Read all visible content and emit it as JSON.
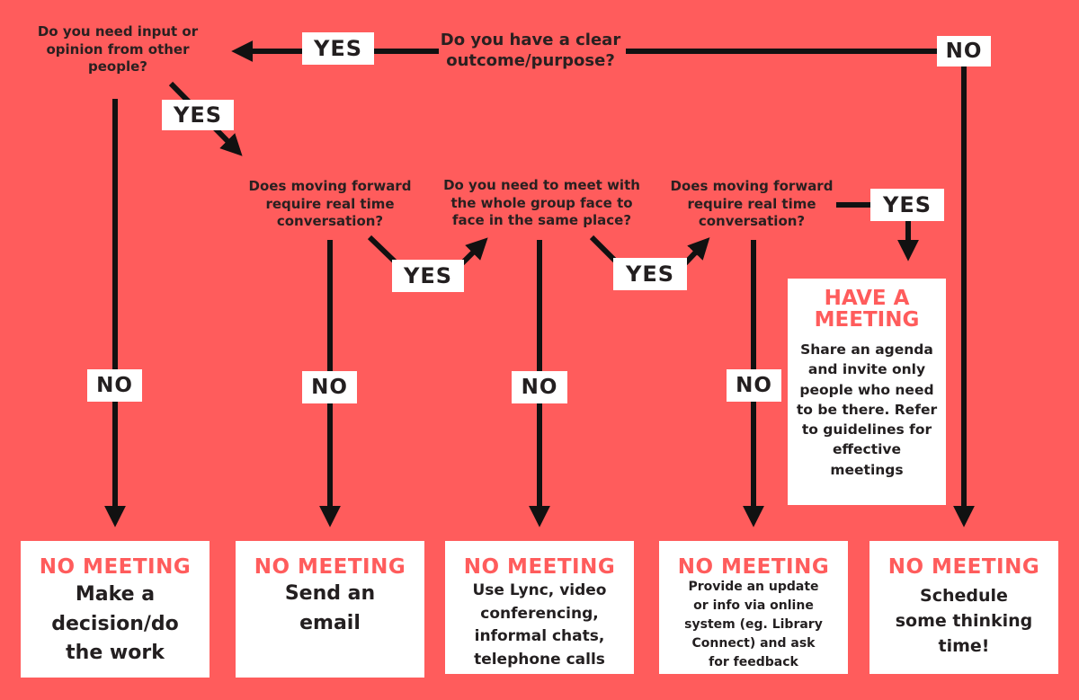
{
  "colors": {
    "background": "#ff5c5c",
    "arrow": "#111111",
    "heading": "#ff5c5c",
    "text": "#231f20",
    "box": "#ffffff"
  },
  "questions": {
    "q1": [
      "Do you have a clear",
      "outcome/purpose?"
    ],
    "q2": [
      "Do you need input or",
      "opinion from other",
      "people?"
    ],
    "q3": [
      "Does moving forward",
      "require real time",
      "conversation?"
    ],
    "q4": [
      "Do you need to meet with",
      "the whole group face to",
      "face in the same place?"
    ],
    "q5": [
      "Does moving forward",
      "require real time",
      "conversation?"
    ]
  },
  "labels": {
    "yes": "YES",
    "no": "NO"
  },
  "have_meeting": {
    "heading": [
      "HAVE A",
      "MEETING"
    ],
    "body": [
      "Share an agenda",
      "and invite only",
      "people who need",
      "to be there. Refer",
      "to guidelines for",
      "effective",
      "meetings"
    ]
  },
  "outcomes": [
    {
      "heading": "NO MEETING",
      "lines": [
        "Make a",
        "decision/do",
        "the work"
      ]
    },
    {
      "heading": "NO MEETING",
      "lines": [
        "Send an",
        "email"
      ]
    },
    {
      "heading": "NO MEETING",
      "lines": [
        "Use Lync, video",
        "conferencing,",
        "informal chats,",
        "telephone calls"
      ]
    },
    {
      "heading": "NO MEETING",
      "lines": [
        "Provide an update",
        "or info via online",
        "system (eg. Library",
        "Connect) and ask",
        "for feedback"
      ]
    },
    {
      "heading": "NO MEETING",
      "lines": [
        "Schedule",
        "some thinking",
        "time!"
      ]
    }
  ]
}
